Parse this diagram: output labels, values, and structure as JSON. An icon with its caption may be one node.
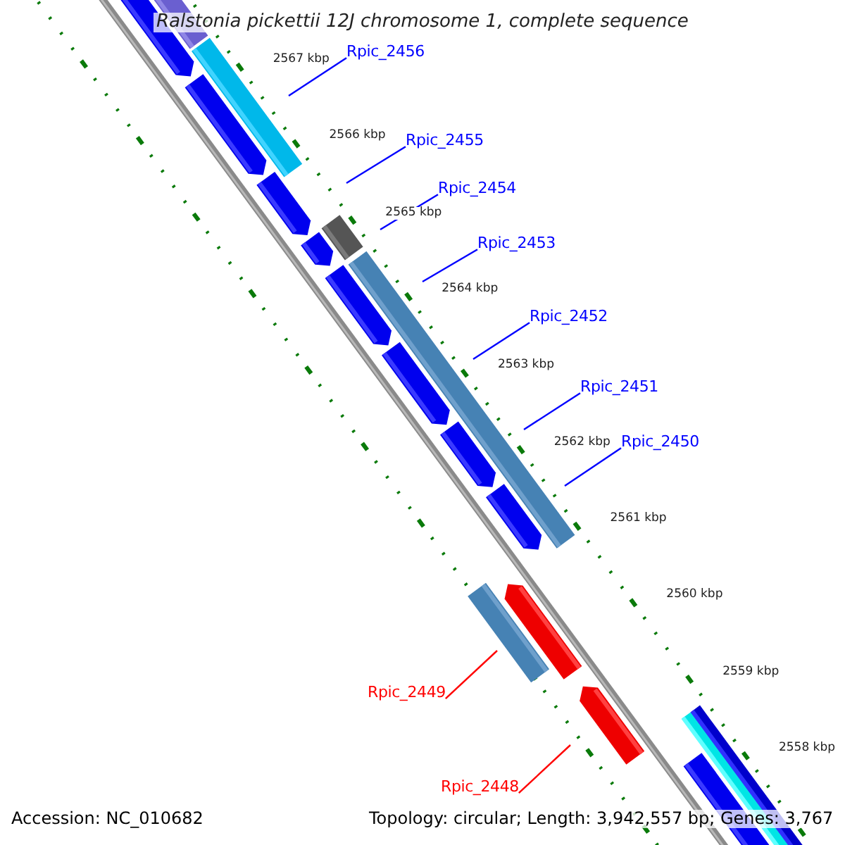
{
  "diagram": {
    "title": "Ralstonia pickettii 12J chromosome 1, complete sequence",
    "nodes": [
      {
        "text": [
          "Rpic_2456"
        ]
      },
      {
        "text": [
          "Rpic_2455"
        ]
      },
      {
        "text": [
          "Rpic_2454"
        ]
      },
      {
        "text": [
          "Rpic_2453"
        ]
      },
      {
        "text": [
          "Rpic_2452"
        ]
      },
      {
        "text": [
          "Rpic_2451"
        ]
      },
      {
        "text": [
          "Rpic_2450"
        ]
      },
      {
        "text": [
          "Rpic_2449"
        ]
      },
      {
        "text": [
          "Rpic_2448"
        ]
      }
    ],
    "edges": [
      {
        "from": 0,
        "to": null,
        "arrow": "none"
      },
      {
        "from": 1,
        "to": null,
        "arrow": "none"
      },
      {
        "from": 2,
        "to": null,
        "arrow": "none"
      },
      {
        "from": 3,
        "to": null,
        "arrow": "none"
      },
      {
        "from": 4,
        "to": null,
        "arrow": "none"
      },
      {
        "from": 5,
        "to": null,
        "arrow": "none"
      },
      {
        "from": 6,
        "to": null,
        "arrow": "none"
      },
      {
        "from": 7,
        "to": null,
        "arrow": "none",
        "color": "#ff0000"
      },
      {
        "from": 8,
        "to": null,
        "arrow": "none",
        "color": "#ff0000"
      }
    ],
    "labels": [
      "2567 kbp",
      "2566 kbp",
      "2565 kbp",
      "2564 kbp",
      "2563 kbp",
      "2562 kbp",
      "2561 kbp",
      "2560 kbp",
      "2559 kbp",
      "2558 kbp",
      "Accession: NC_010682",
      "Topology: circular; Length: 3,942,557 bp; Genes: 3,767"
    ]
  }
}
